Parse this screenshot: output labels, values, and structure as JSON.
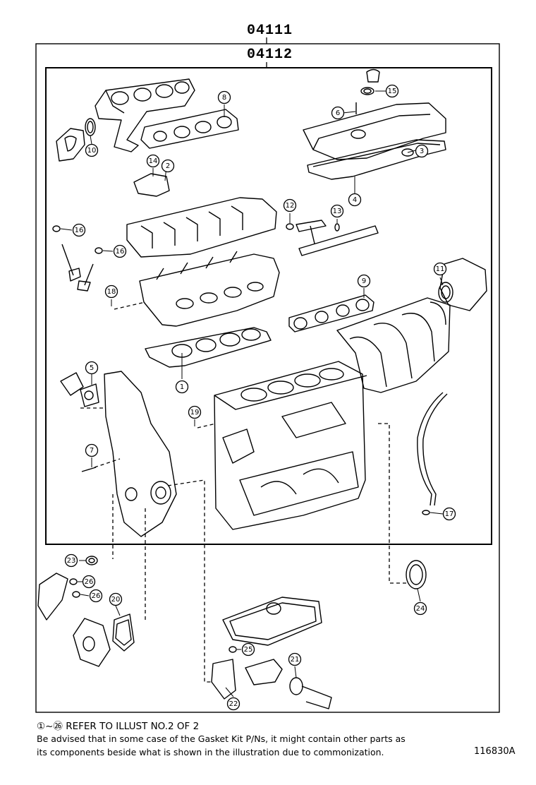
{
  "kit_codes": {
    "outer": "04111",
    "inner": "04112"
  },
  "callouts": [
    {
      "n": "1"
    },
    {
      "n": "2"
    },
    {
      "n": "3"
    },
    {
      "n": "4"
    },
    {
      "n": "5"
    },
    {
      "n": "6"
    },
    {
      "n": "7"
    },
    {
      "n": "8"
    },
    {
      "n": "9"
    },
    {
      "n": "10"
    },
    {
      "n": "11"
    },
    {
      "n": "12"
    },
    {
      "n": "13"
    },
    {
      "n": "14"
    },
    {
      "n": "15"
    },
    {
      "n": "16"
    },
    {
      "n": "16"
    },
    {
      "n": "17"
    },
    {
      "n": "18"
    },
    {
      "n": "19"
    },
    {
      "n": "20"
    },
    {
      "n": "21"
    },
    {
      "n": "22"
    },
    {
      "n": "23"
    },
    {
      "n": "24"
    },
    {
      "n": "25"
    },
    {
      "n": "26"
    },
    {
      "n": "26"
    }
  ],
  "footer": {
    "refer_line": "①~㉖ REFER TO ILLUST NO.2 OF 2",
    "note_line_1": "Be advised that in some case of the Gasket Kit P/Ns,  it might contain other parts as",
    "note_line_2": "its components beside what is shown in the illustration due to commonization.",
    "illustration_id": "116830A"
  }
}
